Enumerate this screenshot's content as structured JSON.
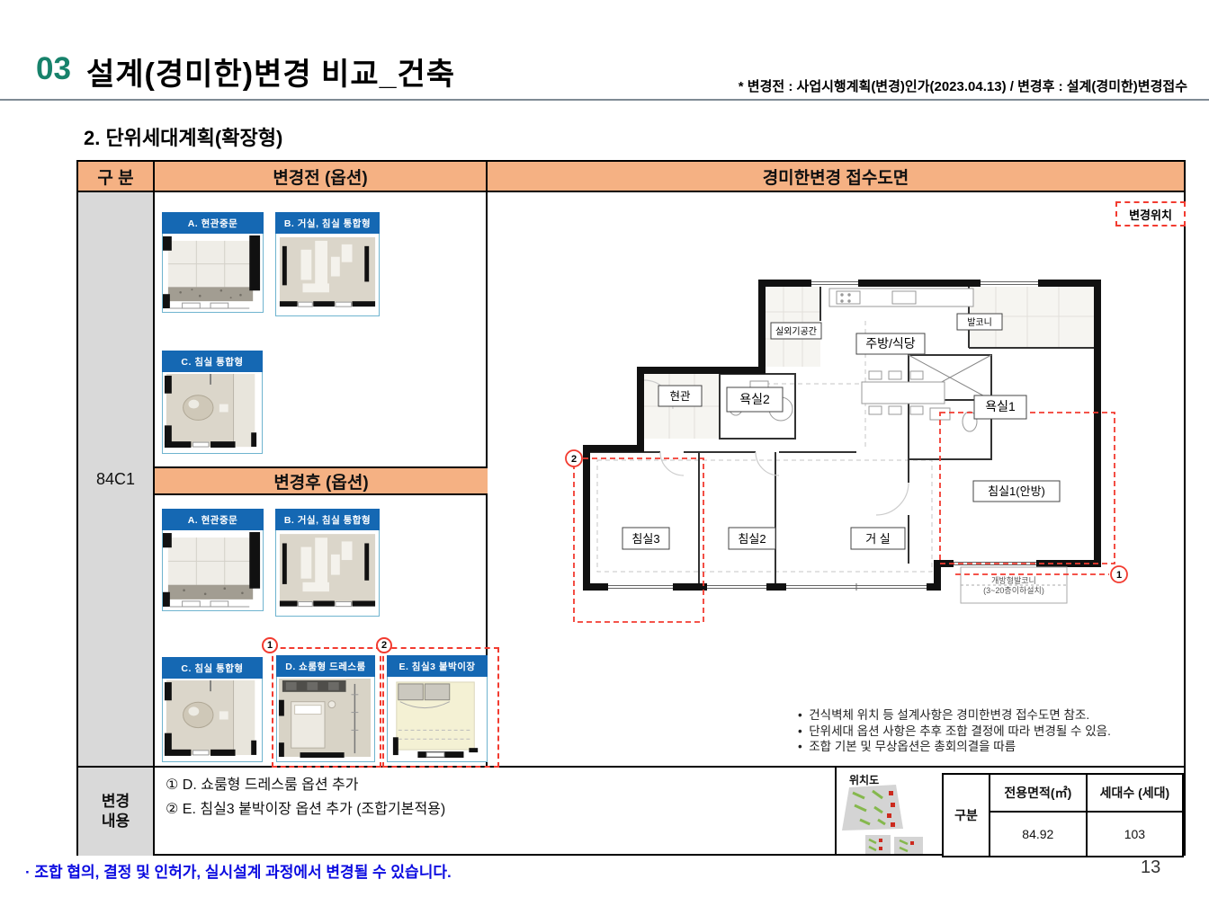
{
  "page": {
    "number_prefix": "03",
    "title": "설계(경미한)변경 비교_건축",
    "header_note": "* 변경전 : 사업시행계획(변경)인가(2023.04.13) / 변경후 : 설계(경미한)변경접수",
    "section_title": "2. 단위세대계획(확장형)",
    "footer_note": "· 조합 협의, 결정 및 인허가, 실시설계 과정에서 변경될 수 있습니다.",
    "page_number": "13"
  },
  "comparison_table": {
    "header": {
      "gubun": "구  분",
      "before": "변경전 (옵션)",
      "plan": "경미한변경 접수도면"
    },
    "unit_code": "84C1",
    "after_header": "변경후 (옵션)",
    "before_options": [
      "A. 현관중문",
      "B. 거실, 침실 통합형",
      "C. 침실 통합형"
    ],
    "after_options": [
      "A. 현관중문",
      "B. 거실, 침실 통합형",
      "C. 침실 통합형",
      "D. 쇼룸형 드레스룸",
      "E. 침실3 붙박이장"
    ],
    "marker1": "1",
    "marker2": "2",
    "change_label_line1": "변경",
    "change_label_line2": "내용",
    "change_items": [
      "① D. 쇼룸형 드레스룸 옵션 추가",
      "② E. 침실3 붙박이장 옵션 추가 (조합기본적용)"
    ]
  },
  "floor_plan": {
    "change_location_badge": "변경위치",
    "rooms": {
      "outdoor_unit": "실외기공간",
      "kitchen": "주방/식당",
      "balcony": "발코니",
      "entrance": "현관",
      "bath2": "욕실2",
      "bath1": "욕실1",
      "bedroom1": "침실1(안방)",
      "bedroom3": "침실3",
      "bedroom2": "침실2",
      "living": "거  실"
    },
    "open_balcony_line1": "개방형발코니",
    "open_balcony_line2": "(3~20층이하설치)",
    "marker1": "1",
    "marker2": "2"
  },
  "notes": [
    "건식벽체 위치 등 설계사항은 경미한변경 접수도면 참조.",
    "단위세대 옵션 사항은 추후 조합 결정에 따라 변경될 수 있음.",
    "조합 기본 및 무상옵션은 총회의결을 따름"
  ],
  "location_map": {
    "label": "위치도"
  },
  "spec_table": {
    "gubun": "구분",
    "area_header": "전용면적(㎡)",
    "units_header": "세대수 (세대)",
    "area_value": "84.92",
    "units_value": "103"
  },
  "colors": {
    "accent_teal": "#17826B",
    "header_orange": "#F5B183",
    "thumb_blue": "#1568B3",
    "marker_red": "#F23B30",
    "footer_blue": "#0B0BE0",
    "gray_cell": "#D9D9D9"
  }
}
